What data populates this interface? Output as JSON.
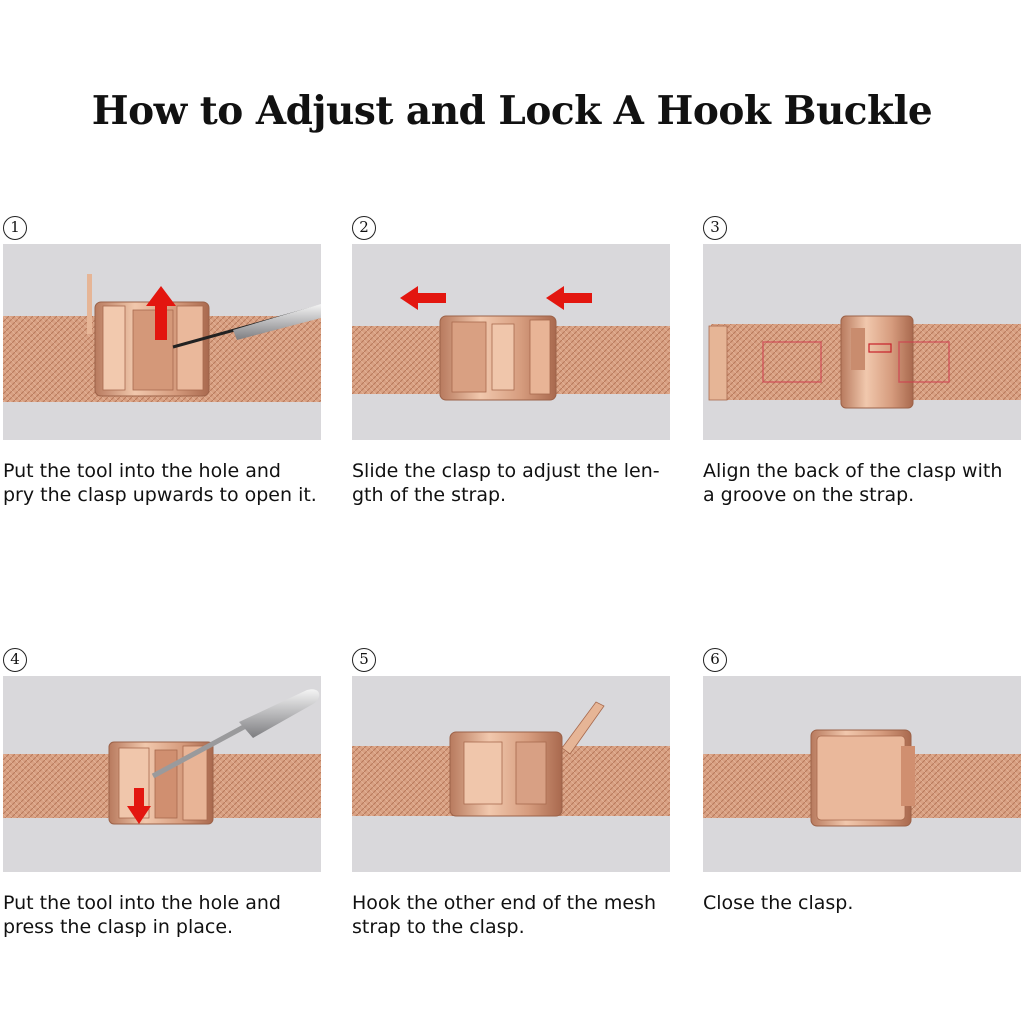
{
  "title": "How to Adjust and Lock A Hook Buckle",
  "colors": {
    "panel_bg": "#d9d8db",
    "mesh": "#d9a183",
    "clasp": "#e7b597",
    "arrow": "#e3160f"
  },
  "steps": [
    {
      "number": "1",
      "caption": "Put the tool into the hole and\npry the clasp upwards to open it."
    },
    {
      "number": "2",
      "caption": "Slide the clasp to adjust the len-\ngth of the strap."
    },
    {
      "number": "3",
      "caption": "Align the back of the clasp with\na groove on the strap."
    },
    {
      "number": "4",
      "caption": "Put the tool into the hole and\npress the clasp in place."
    },
    {
      "number": "5",
      "caption": "Hook the other end of the mesh\nstrap to the clasp."
    },
    {
      "number": "6",
      "caption": "Close the clasp."
    }
  ]
}
